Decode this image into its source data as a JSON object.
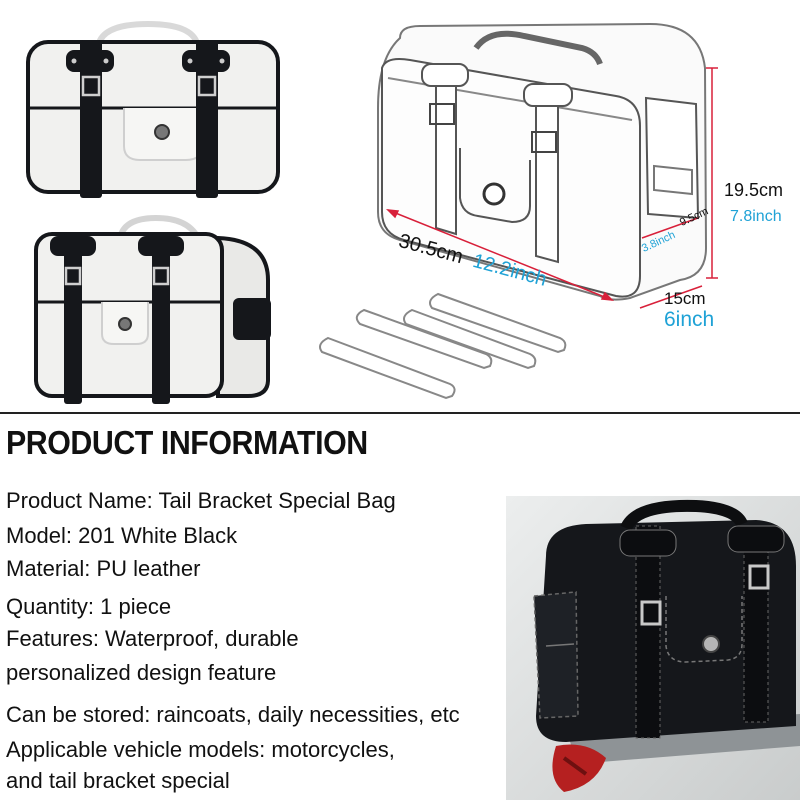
{
  "dimensions": {
    "length_cm": "30.5cm",
    "length_in": "12.2inch",
    "height_cm": "19.5cm",
    "height_in": "7.8inch",
    "width_cm": "15cm",
    "width_in": "6inch",
    "pocket_depth_cm": "9.5cm",
    "pocket_depth_in": "3.8inch"
  },
  "colors": {
    "dim_line": "#d8203a",
    "inch_text": "#1fa2d6",
    "bag_white": "#f1f1ef",
    "bag_black": "#15171b"
  },
  "info": {
    "title": "PRODUCT INFORMATION",
    "lines": [
      "Product Name: Tail Bracket Special Bag",
      "Model: 201 White Black",
      "Material: PU leather",
      "Quantity: 1 piece",
      "Features: Waterproof, durable",
      "personalized design feature",
      "Can be stored: raincoats, daily necessities, etc",
      "Applicable vehicle models: motorcycles,",
      "and tail bracket special"
    ]
  }
}
